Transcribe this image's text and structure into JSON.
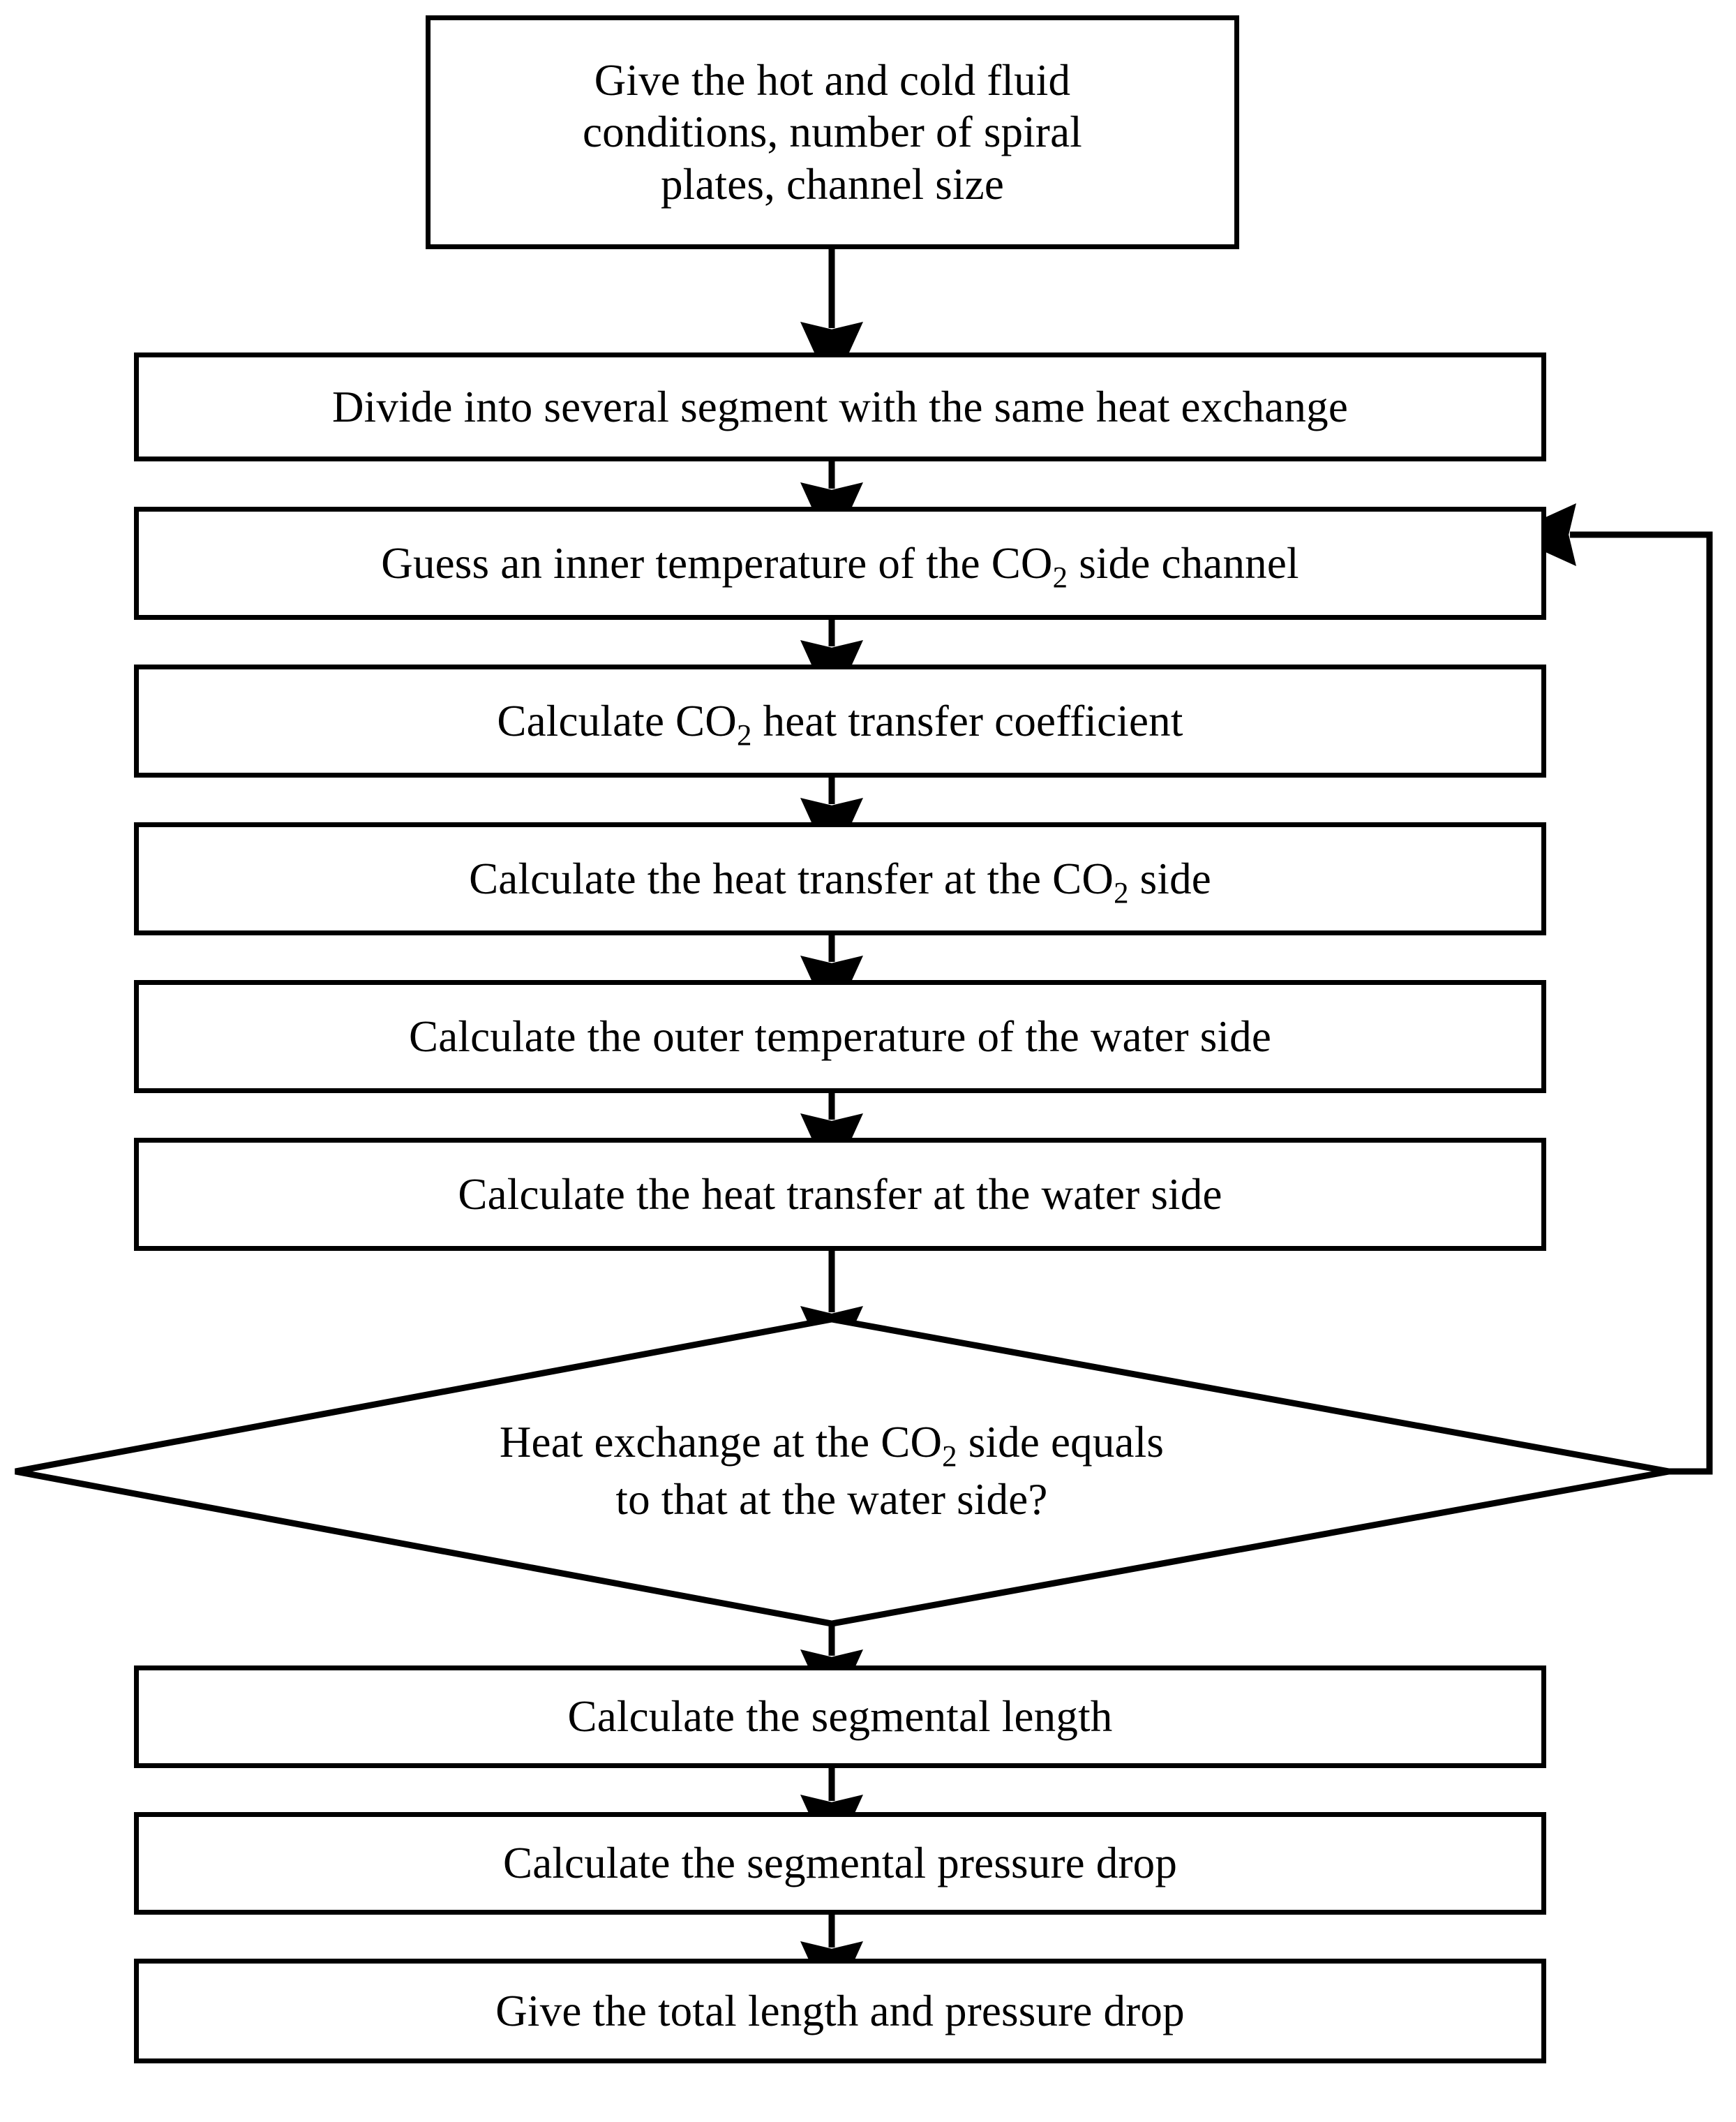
{
  "diagram": {
    "type": "flowchart",
    "title": "Spiral heat exchanger segmental calculation procedure",
    "orientation": "top-to-bottom",
    "stroke_color": "#000000",
    "fill_color": "#ffffff",
    "text_color": "#000000",
    "nodes": [
      {
        "id": "start",
        "shape": "rectangle",
        "text": "Give the hot and cold fluid\nconditions, number of spiral\nplates, channel size"
      },
      {
        "id": "divide",
        "shape": "rectangle",
        "text": "Divide into several segment with the same heat exchange"
      },
      {
        "id": "guess",
        "shape": "rectangle",
        "text_prefix": "Guess an inner temperature of the CO",
        "text_subscript": "2",
        "text_suffix": " side channel"
      },
      {
        "id": "co2-htc",
        "shape": "rectangle",
        "text_prefix": "Calculate CO",
        "text_subscript": "2",
        "text_suffix": " heat transfer coefficient"
      },
      {
        "id": "co2-heat",
        "shape": "rectangle",
        "text_prefix": "Calculate the heat transfer at the CO",
        "text_subscript": "2",
        "text_suffix": " side"
      },
      {
        "id": "water-temp",
        "shape": "rectangle",
        "text": "Calculate the outer temperature of the water side"
      },
      {
        "id": "water-heat",
        "shape": "rectangle",
        "text": "Calculate the heat transfer at the water side"
      },
      {
        "id": "decision",
        "shape": "diamond",
        "text_prefix": "Heat exchange at the CO",
        "text_subscript": "2",
        "text_suffix": " side equals\nto that at the water side?"
      },
      {
        "id": "seg-length",
        "shape": "rectangle",
        "text": "Calculate the segmental length"
      },
      {
        "id": "seg-pressure",
        "shape": "rectangle",
        "text": "Calculate the segmental pressure drop"
      },
      {
        "id": "end",
        "shape": "rectangle",
        "text": "Give the total length and pressure drop"
      }
    ],
    "edges": [
      {
        "from": "start",
        "to": "divide",
        "kind": "straight-down"
      },
      {
        "from": "divide",
        "to": "guess",
        "kind": "straight-down"
      },
      {
        "from": "guess",
        "to": "co2-htc",
        "kind": "straight-down"
      },
      {
        "from": "co2-htc",
        "to": "co2-heat",
        "kind": "straight-down"
      },
      {
        "from": "co2-heat",
        "to": "water-temp",
        "kind": "straight-down"
      },
      {
        "from": "water-temp",
        "to": "water-heat",
        "kind": "straight-down"
      },
      {
        "from": "water-heat",
        "to": "decision",
        "kind": "straight-down"
      },
      {
        "from": "decision",
        "to": "seg-length",
        "kind": "straight-down"
      },
      {
        "from": "decision",
        "to": "guess",
        "kind": "feedback-right-loop"
      },
      {
        "from": "seg-length",
        "to": "seg-pressure",
        "kind": "straight-down"
      },
      {
        "from": "seg-pressure",
        "to": "end",
        "kind": "straight-down"
      }
    ]
  }
}
